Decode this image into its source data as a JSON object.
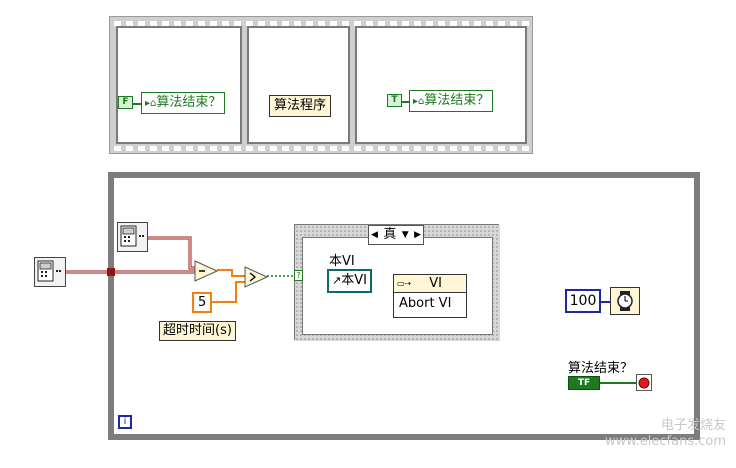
{
  "sequence": {
    "frame1_local_label": "算法结束？",
    "frame1_bool_value": "F",
    "frame2_label": "算法程序",
    "frame3_local_label": "算法结束？",
    "frame3_bool_value": "T"
  },
  "while_loop": {
    "case_selector": "真",
    "this_vi_label": "本VI",
    "this_vi_ref": "本VI",
    "invoke_node_class": "VI",
    "invoke_node_method": "Abort VI",
    "timeout_constant": "5",
    "timeout_label": "超时时间(s)",
    "wait_constant": "100",
    "stop_label": "算法结束？",
    "stop_bool_value": "TF",
    "iteration_terminal": "i",
    "compare_selector": "?"
  },
  "watermark": "电子发烧友 www.elecfans.com",
  "colors": {
    "loop_border": "#7d7d7d",
    "wire_cluster": "#9c1010",
    "wire_numeric": "#f08010",
    "wire_bool": "#1e7a1e",
    "wire_ref": "#0e6a6a",
    "numeric_border": "#1e28a0",
    "timeout_border": "#f08010"
  }
}
